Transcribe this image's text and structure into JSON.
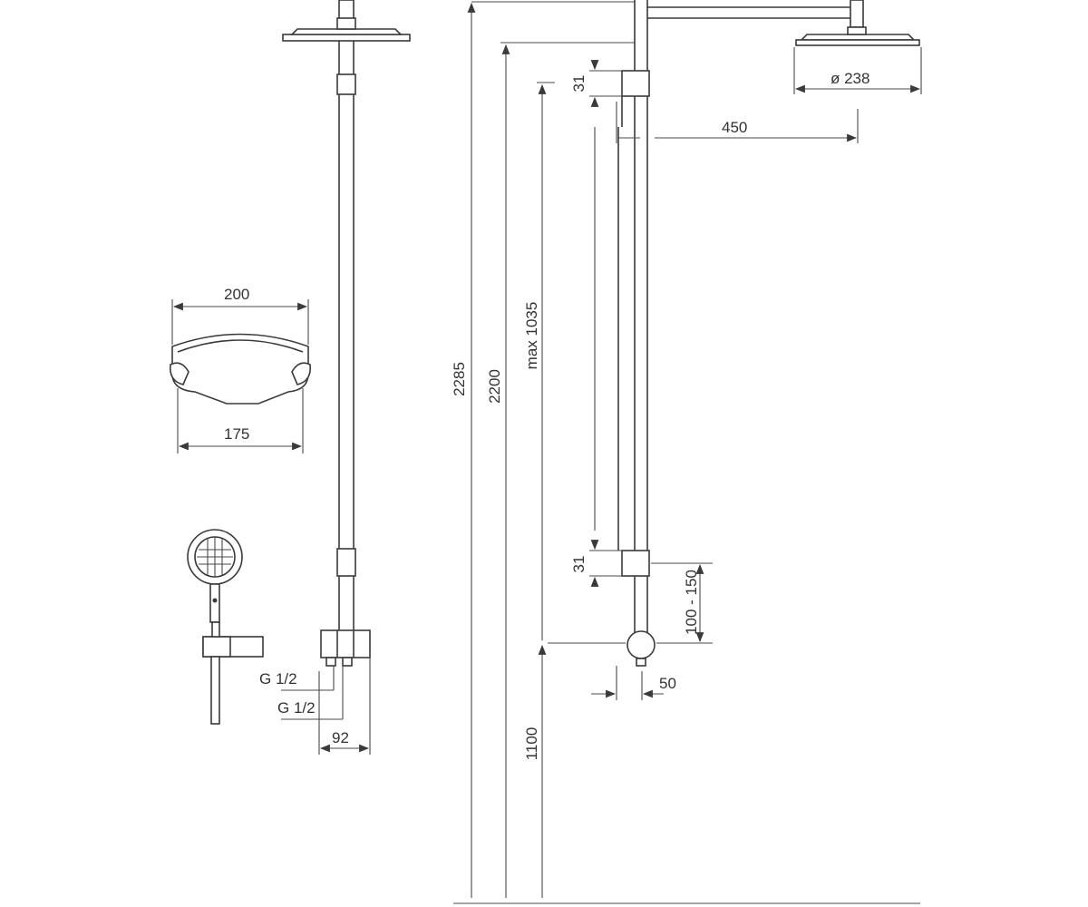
{
  "colors": {
    "line": "#3a3a3a",
    "text": "#333333",
    "background": "#ffffff"
  },
  "dimensions": {
    "overhead_width": "450",
    "head_diameter": "ø 238",
    "bracket_height_top": "31",
    "bracket_height_bottom": "31",
    "slide_rail_max": "max 1035",
    "total_height": "2285",
    "head_height": "2200",
    "mixer_height": "1100",
    "outlet_spacing": "100 - 150",
    "outlet_depth": "50",
    "mixer_width_top": "200",
    "mixer_width_bottom": "175",
    "inlet_upper": "G 1/2",
    "inlet_lower": "G 1/2",
    "side_depth": "92"
  }
}
